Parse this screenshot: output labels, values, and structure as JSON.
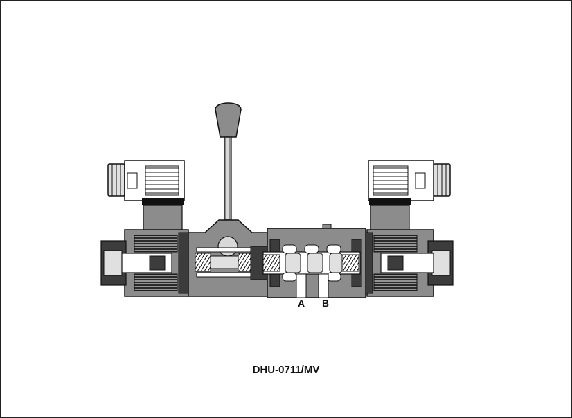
{
  "diagram": {
    "ports": {
      "a": "A",
      "b": "B"
    },
    "caption": "DHU-0711/MV"
  },
  "colors": {
    "body_fill": "#8c8c8c",
    "dark_fill": "#3c3c3c",
    "light_fill": "#e0e0e0",
    "outline": "#111111"
  }
}
